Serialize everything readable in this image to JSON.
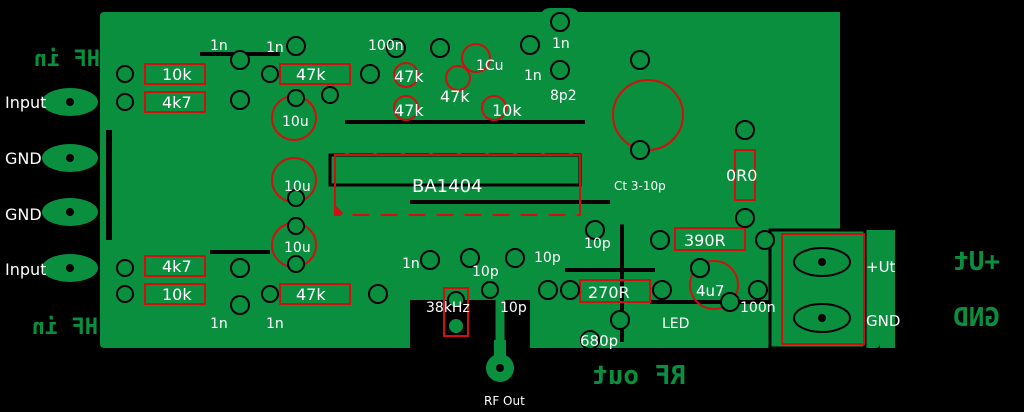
{
  "board": {
    "colors": {
      "background": "#000000",
      "copper": "#0a8f3e",
      "silkscreen": "#ffffff",
      "component_outline": "#d01010"
    },
    "mirrored_labels": {
      "hf_in_top": "HF in",
      "hf_in_bottom": "HF in",
      "ut": "+Ut",
      "gnd": "GND",
      "rf_out": "RF out"
    },
    "connectors": {
      "input_top": "Input",
      "gnd_1": "GND",
      "gnd_2": "GND",
      "input_bottom": "Input",
      "plus_ut": "+Ut",
      "gnd_right": "GND",
      "rf_out": "RF Out"
    },
    "ic": "BA1404",
    "resistors": {
      "r_10k_top": "10k",
      "r_4k7_top": "4k7",
      "r_47k_top": "47k",
      "r_47k_a": "47k",
      "r_47k_b": "47k",
      "r_47k_c": "47k",
      "r_10k_mid": "10k",
      "r_4k7_bottom": "4k7",
      "r_10k_bottom": "10k",
      "r_47k_bottom": "47k",
      "r_390r": "390R",
      "r_270r": "270R",
      "r_0r0": "0R0"
    },
    "capacitors": {
      "c_1n_tl": "1n",
      "c_1n_tl2": "1n",
      "c_100n_top": "100n",
      "c_1cu": "1Cu",
      "c_1n_top": "1n",
      "c_1n_mid": "1n",
      "c_8p2": "8p2",
      "c_10u_a": "10u",
      "c_10u_b": "10u",
      "c_10u_c": "10u",
      "c_1n_bottom_mid": "1n",
      "c_10p_a": "10p",
      "c_10p_b": "10p",
      "c_10p_c": "10p",
      "c_10p_d": "10p",
      "c_1n_bl": "1n",
      "c_1n_bl2": "1n",
      "c_4u7": "4u7",
      "c_100n_bottom": "100n",
      "c_680p": "680p",
      "trimmer": "Ct 3-10p"
    },
    "misc": {
      "crystal": "38kHz",
      "led": "LED"
    }
  }
}
